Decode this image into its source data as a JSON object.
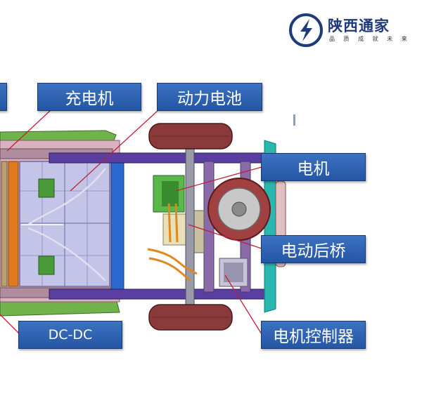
{
  "logo": {
    "name": "陕西通家",
    "tagline": "品 质 成 就 未 来",
    "brand_color": "#1f3a7a"
  },
  "callouts": {
    "charger": "充电机",
    "battery": "动力电池",
    "motor": "电机",
    "rear_axle": "电动后桥",
    "dcdc": "DC-DC",
    "motor_controller": "电机控制器"
  },
  "colors": {
    "callout_fill": "#2e63b3",
    "leader_line": "#c0203a",
    "frame_rail": "#5b3fa0",
    "tire": "#8a3a3a"
  }
}
